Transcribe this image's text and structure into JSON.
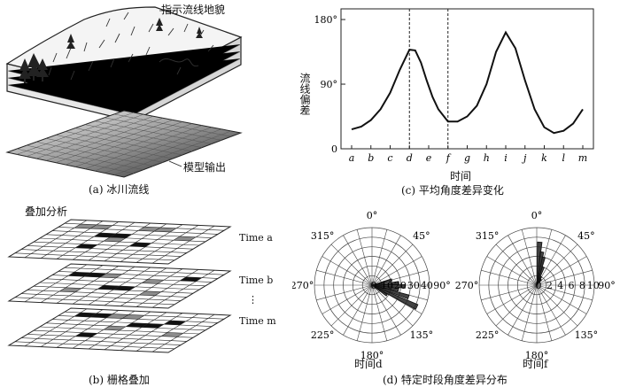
{
  "panel_a": {
    "caption": "(a) 冰川流线",
    "landform_label": "指示流线地貌",
    "output_label": "模型输出"
  },
  "panel_b": {
    "caption": "(b) 栅格叠加",
    "overlay_label": "叠加分析",
    "layers": [
      {
        "label": "Time a"
      },
      {
        "label": "Time b"
      },
      {
        "label": "Time m"
      }
    ],
    "ellipsis": "⋮",
    "colors": {
      "dark": "#111111",
      "gray": "#8c8c8c"
    }
  },
  "panel_c": {
    "caption": "(c) 平均角度差异变化",
    "chart_data": {
      "type": "line",
      "title": "",
      "xlabel": "时间",
      "ylabel": "流线偏差",
      "categories": [
        "a",
        "b",
        "c",
        "d",
        "e",
        "f",
        "g",
        "h",
        "i",
        "j",
        "k",
        "l",
        "m"
      ],
      "x": [
        0,
        0.5,
        1,
        1.5,
        2,
        2.5,
        3,
        3.3,
        3.6,
        3.9,
        4.2,
        4.5,
        5,
        5.5,
        6,
        6.5,
        7,
        7.5,
        8,
        8.5,
        9,
        9.5,
        10,
        10.5,
        11,
        11.5,
        12
      ],
      "values": [
        27,
        31,
        40,
        55,
        78,
        110,
        138,
        137,
        120,
        95,
        72,
        55,
        38,
        38,
        45,
        60,
        90,
        135,
        162,
        140,
        95,
        55,
        30,
        22,
        25,
        35,
        55
      ],
      "yticks": [
        "0",
        "90°",
        "180°"
      ],
      "ylim": [
        0,
        185
      ],
      "vlines": [
        "d",
        "f"
      ]
    }
  },
  "panel_d": {
    "caption": "(d) 特定时段角度差异分布",
    "roses": [
      {
        "time_label": "时间d",
        "angle_labels": [
          "0°",
          "45°",
          "90°",
          "135°",
          "180°",
          "225°",
          "270°",
          "315°"
        ],
        "radial_labels": [
          "0",
          "10",
          "20",
          "30",
          "40"
        ],
        "rmax": 45,
        "chart_data": {
          "type": "rose",
          "bins": [
            {
              "angle": 75,
              "value": 16
            },
            {
              "angle": 85,
              "value": 21
            },
            {
              "angle": 92,
              "value": 26
            },
            {
              "angle": 100,
              "value": 21
            },
            {
              "angle": 108,
              "value": 30
            },
            {
              "angle": 116,
              "value": 39
            },
            {
              "angle": 124,
              "value": 14
            }
          ]
        }
      },
      {
        "time_label": "时间f",
        "angle_labels": [
          "0°",
          "45°",
          "90°",
          "135°",
          "180°",
          "225°",
          "270°",
          "315°"
        ],
        "radial_labels": [
          "0",
          "2",
          "4",
          "6",
          "8",
          "10"
        ],
        "rmax": 12,
        "chart_data": {
          "type": "rose",
          "bins": [
            {
              "angle": 4,
              "value": 9
            },
            {
              "angle": 9,
              "value": 7
            },
            {
              "angle": 14,
              "value": 6
            },
            {
              "angle": 20,
              "value": 4
            },
            {
              "angle": 28,
              "value": 2
            },
            {
              "angle": 38,
              "value": 1.5
            }
          ]
        }
      }
    ]
  }
}
